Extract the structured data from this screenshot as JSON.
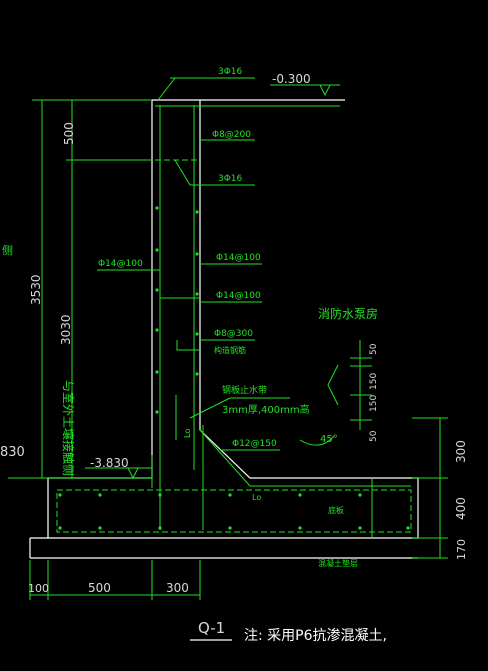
{
  "elevations": {
    "top": "-0.300",
    "bottom": "-3.830",
    "left_cut": "830"
  },
  "side_label_cut": "侧",
  "rebar": {
    "top_bars": "3Φ16",
    "stirrup_top": "Φ8@200",
    "mid_bars": "3Φ16",
    "outer_vertical": "Φ14@100",
    "inner_vertical": "Φ14@100",
    "inner_horizontal": "Φ14@100",
    "distribution": "Φ8@300",
    "diagonal": "Φ12@150"
  },
  "notes": {
    "anchor_tag": "构造钢筋",
    "waterstop_title": "钢板止水带",
    "waterstop_spec": "3mm厚,400mm高",
    "room_name": "消防水泵房",
    "outer_side": "与室外土壤接触侧",
    "slab_label": "底板",
    "cushion_label": "混凝土垫层",
    "angle": "45°",
    "lo_1": "Lo",
    "lo_2": "Lo"
  },
  "dims": {
    "left_total": "3530",
    "left_top": "500",
    "left_inner": "3030",
    "right_300": "300",
    "right_400": "400",
    "right_170": "170",
    "haunch": [
      "50",
      "150",
      "150",
      "50"
    ],
    "bottom": [
      "100",
      "500",
      "300"
    ]
  },
  "section_id": "Q-1",
  "note_text": "注:  采用P6抗渗混凝土,"
}
